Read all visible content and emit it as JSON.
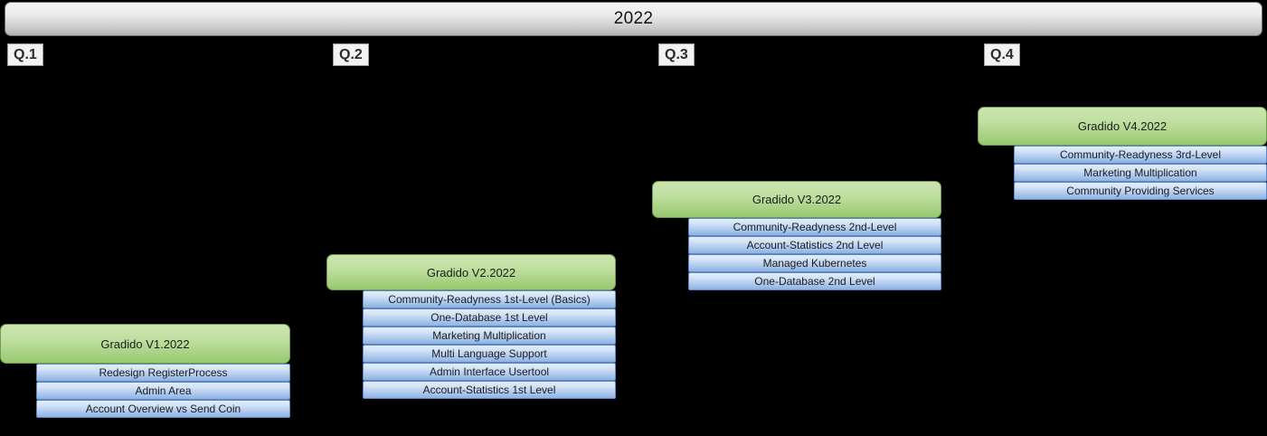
{
  "timeline": {
    "year_label": "2022",
    "quarters": [
      {
        "label": "Q.1"
      },
      {
        "label": "Q.2"
      },
      {
        "label": "Q.3"
      },
      {
        "label": "Q.4"
      }
    ]
  },
  "colors": {
    "background": "#000000",
    "year_bar_top": "#f4f4f4",
    "year_bar_bottom": "#b3b3b3",
    "release_green_top": "#ccE5b0",
    "release_green_bottom": "#98c96f",
    "feature_blue_top": "#e3eefb",
    "feature_blue_bottom": "#8db3e2",
    "text": "#1c1c1c"
  },
  "releases": [
    {
      "name": "Gradido V1.2022",
      "quarter": "Q.1",
      "features": [
        {
          "name": "Redesign RegisterProcess"
        },
        {
          "name": "Admin Area"
        },
        {
          "name": "Account Overview vs Send Coin"
        }
      ]
    },
    {
      "name": "Gradido V2.2022",
      "quarter": "Q.2",
      "features": [
        {
          "name": "Community-Readyness 1st-Level (Basics)"
        },
        {
          "name": "One-Database 1st Level"
        },
        {
          "name": "Marketing Multiplication"
        },
        {
          "name": "Multi Language Support"
        },
        {
          "name": "Admin Interface Usertool"
        },
        {
          "name": "Account-Statistics 1st Level"
        }
      ]
    },
    {
      "name": "Gradido V3.2022",
      "quarter": "Q.3",
      "features": [
        {
          "name": "Community-Readyness 2nd-Level"
        },
        {
          "name": "Account-Statistics 2nd Level"
        },
        {
          "name": "Managed Kubernetes"
        },
        {
          "name": "One-Database 2nd Level"
        }
      ]
    },
    {
      "name": "Gradido V4.2022",
      "quarter": "Q.4",
      "features": [
        {
          "name": "Community-Readyness 3rd-Level"
        },
        {
          "name": "Marketing Multiplication"
        },
        {
          "name": "Community Providing Services"
        }
      ]
    }
  ]
}
